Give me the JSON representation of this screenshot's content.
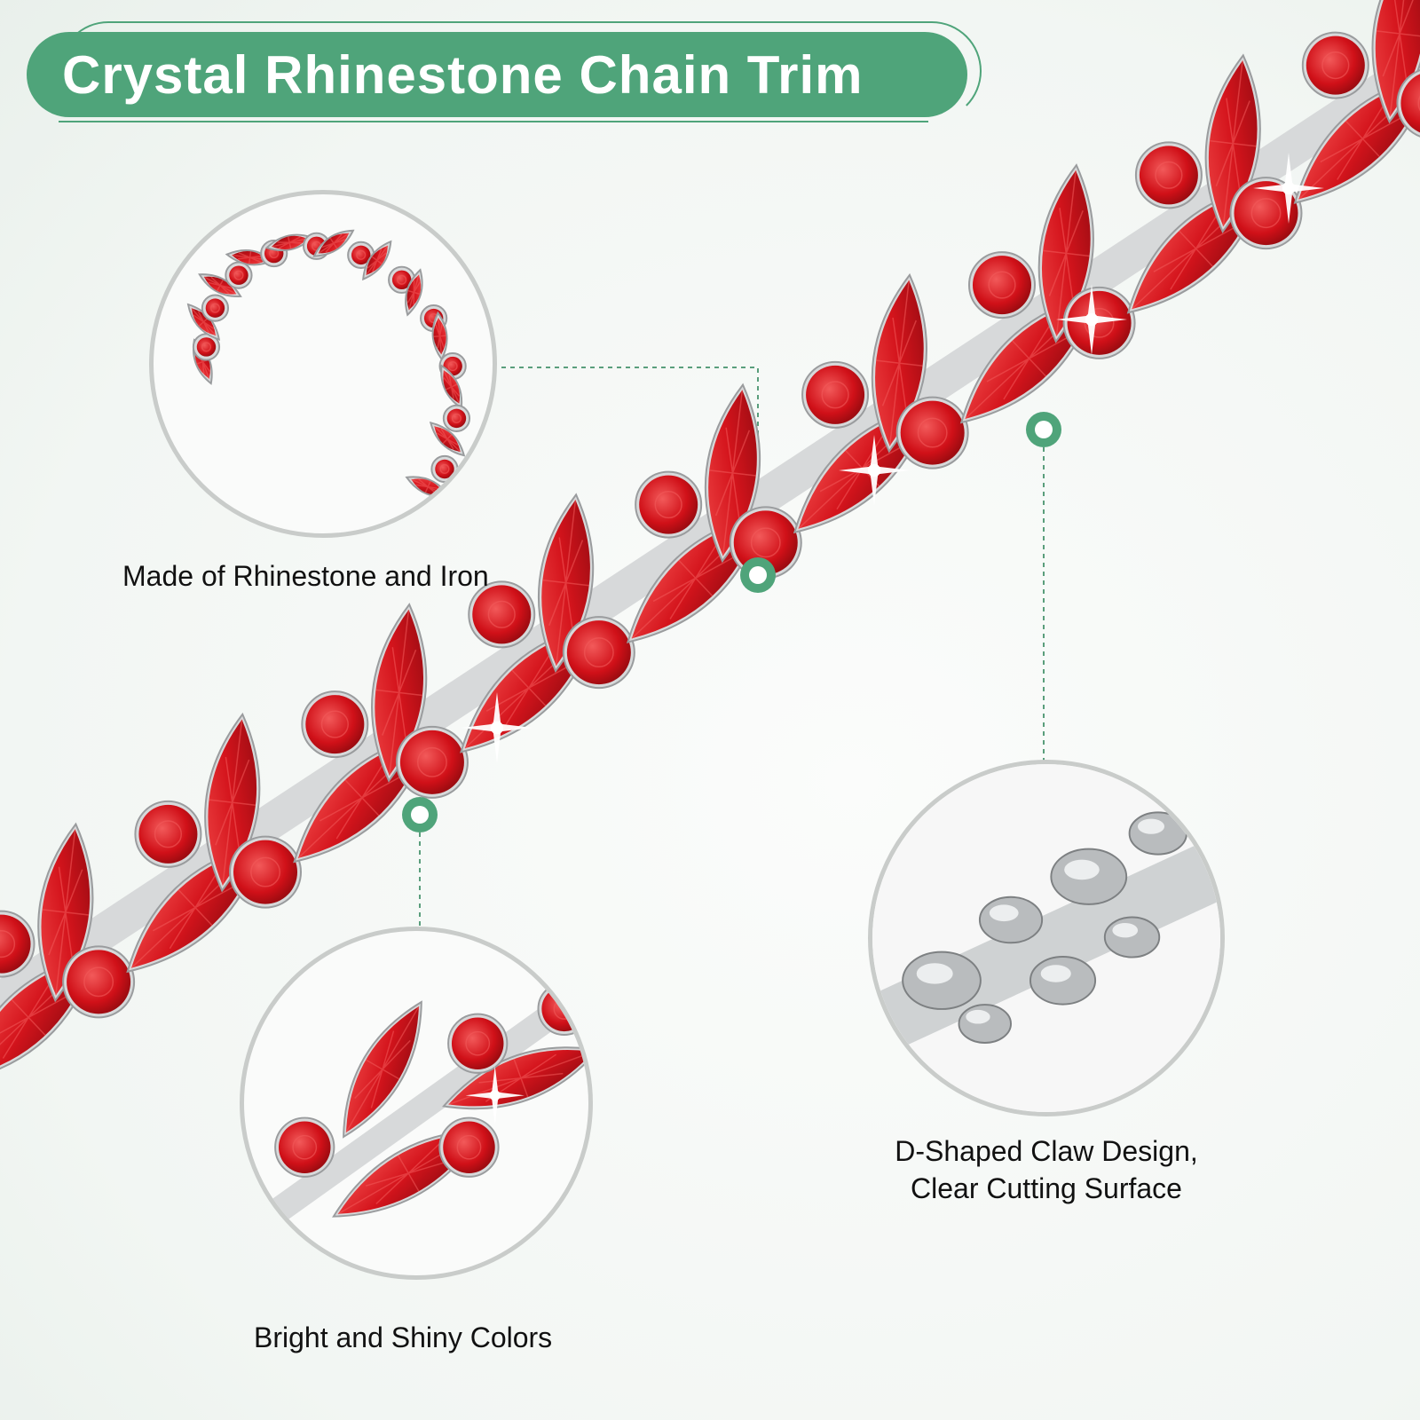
{
  "title": "Crystal Rhinestone Chain Trim",
  "features": [
    {
      "label": "Made of Rhinestone and Iron"
    },
    {
      "label": "Bright and Shiny Colors"
    },
    {
      "label_line1": "D-Shaped Claw Design,",
      "label_line2": "Clear Cutting Surface"
    }
  ],
  "colors": {
    "accent_green": "#4fa47a",
    "title_text": "#ffffff",
    "gem_red": "#d4141c",
    "gem_dark": "#8e0a10",
    "gem_light": "#f25a5a",
    "metal": "#d7d9da",
    "circle_border": "#c9ccca",
    "connector": "#5a9e7c"
  },
  "icons": [
    "marker-dot-icon",
    "sparkle-icon"
  ]
}
